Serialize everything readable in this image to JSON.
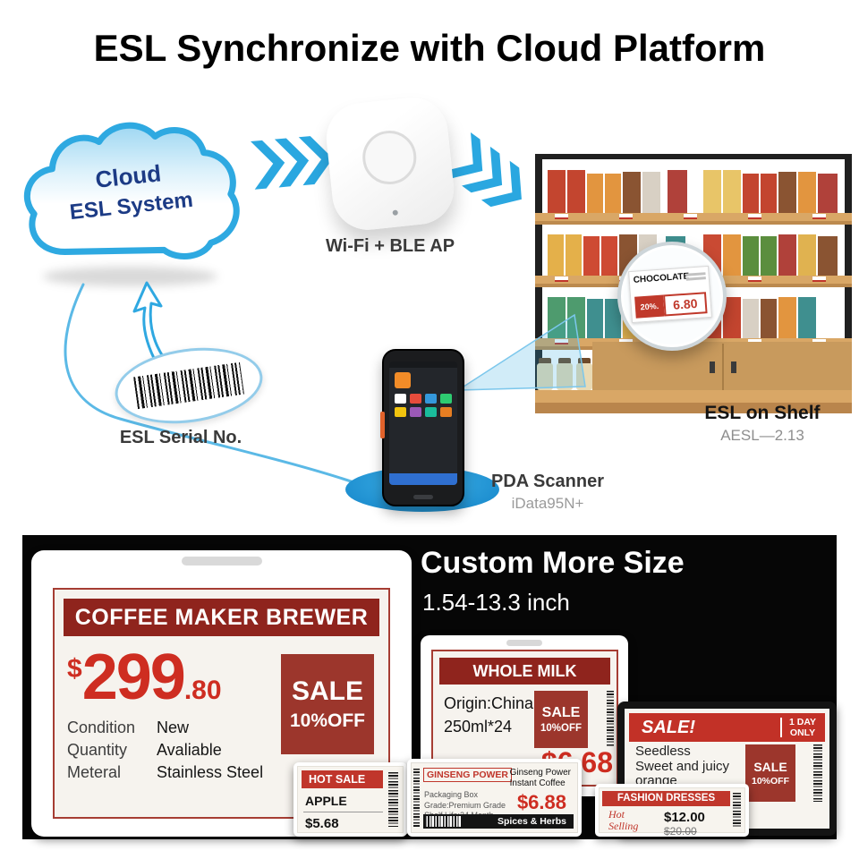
{
  "colors": {
    "accent_blue": "#2EA9E1",
    "label_red": "#C0362B",
    "dark_red": "#8F241D",
    "price_red": "#CE2D21"
  },
  "top": {
    "title": "ESL Synchronize with Cloud Platform",
    "cloud_line1": "Cloud",
    "cloud_line2": "ESL System",
    "ap_label": "Wi-Fi + BLE AP",
    "esl_zoom": {
      "name": "CHOCOLATE",
      "discount": "20%.",
      "price": "6.80"
    },
    "shelf_label": "ESL on Shelf",
    "shelf_model": "AESL—2.13",
    "serial_label": "ESL Serial No.",
    "pda_label": "PDA Scanner",
    "pda_model": "iData95N+"
  },
  "bottom": {
    "heading": "Custom More Size",
    "subheading": "1.54-13.3 inch",
    "coffee": {
      "title": "COFFEE MAKER BREWER",
      "currency": "$",
      "price_main": "299",
      "price_cents": ".80",
      "spec1_label": "Condition",
      "spec1_value": "New",
      "spec2_label": "Quantity",
      "spec2_value": "Avaliable",
      "spec3_label": "Meteral",
      "spec3_value": "Stainless Steel",
      "sale1": "SALE",
      "sale2": "10%OFF"
    },
    "milk": {
      "title": "WHOLE MILK",
      "line1": "Origin:China",
      "line2": "250ml*24",
      "sale1": "SALE",
      "sale2": "10%OFF",
      "price": "$6.68"
    },
    "apple": {
      "header": "HOT SALE",
      "name": "APPLE",
      "price": "$5.68"
    },
    "ginseng": {
      "header": "GINSENG POWER",
      "right1": "Ginseng Power",
      "right2": "Instant Coffee",
      "line1": "Packaging Box",
      "line2": "Grade:Premium Grade",
      "line3": "Shelf Life:24 Month",
      "price": "$6.88",
      "footer": "Spices & Herbs"
    },
    "orange": {
      "banner": "SALE!",
      "day1": "1 DAY",
      "day2": "ONLY",
      "desc1": "Seedless",
      "desc2": "Sweet and juicy",
      "desc3": "orange",
      "sale1": "SALE",
      "sale2": "10%OFF"
    },
    "fashion": {
      "header": "FASHION DRESSES",
      "script1": "Hot",
      "script2": "Selling",
      "price": "$12.00",
      "old_price": "$20.00"
    }
  }
}
